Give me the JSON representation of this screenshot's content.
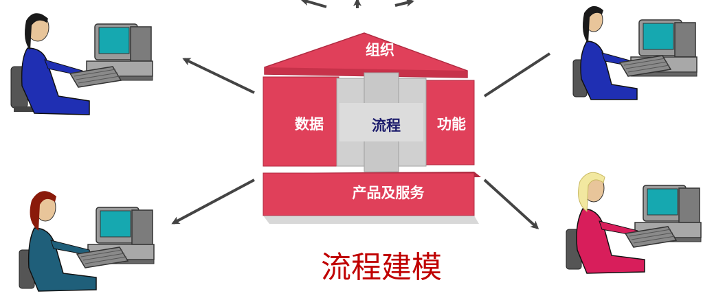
{
  "diagram": {
    "roof_label": "组织",
    "left_label": "数据",
    "center_label": "流程",
    "right_label": "功能",
    "base_label": "产品及服务",
    "caption": "流程建模"
  },
  "users": [
    {
      "id": "top-left",
      "shirt": "#1f2fb3",
      "hair": "#1a1a1a"
    },
    {
      "id": "top-right",
      "shirt": "#1f2fb3",
      "hair": "#1a1a1a"
    },
    {
      "id": "bottom-left",
      "shirt": "#1f5f7a",
      "hair": "#8a1a0a"
    },
    {
      "id": "bottom-right",
      "shirt": "#d81e5b",
      "hair": "#f2e8a0"
    }
  ],
  "colors": {
    "block_red": "#e0405a",
    "block_dark": "#b02a40",
    "center_gray": "#d0d0d0",
    "caption_red": "#c00000",
    "arrow": "#444444"
  }
}
